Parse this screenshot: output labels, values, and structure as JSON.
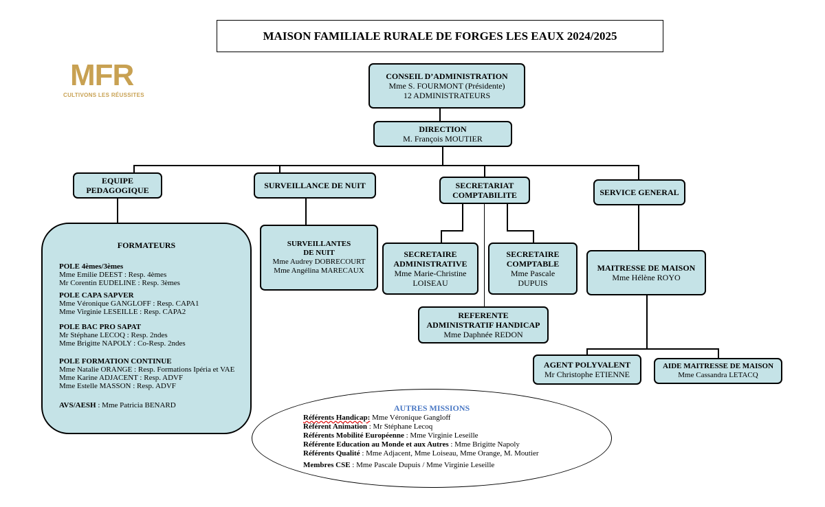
{
  "title": "MAISON FAMILIALE RURALE DE FORGES LES EAUX 2024/2025",
  "logo": {
    "mark": "MFR",
    "tagline": "CULTIVONS LES RÉUSSITES",
    "color": "#c8a152"
  },
  "colors": {
    "box_fill": "#c5e3e7",
    "border": "#000000",
    "missions_heading": "#4a78c4"
  },
  "conseil": {
    "title": "CONSEIL D’ADMINISTRATION",
    "line1": "Mme S. FOURMONT (Présidente)",
    "line2": "12 ADMINISTRATEURS"
  },
  "direction": {
    "title": "DIRECTION",
    "line1": "M. François MOUTIER"
  },
  "equipe": {
    "line1": "EQUIPE",
    "line2": "PEDAGOGIQUE"
  },
  "surveillance": {
    "title": "SURVEILLANCE DE NUIT"
  },
  "secretariat": {
    "line1": "SECRETARIAT",
    "line2": "COMPTABILITE"
  },
  "service": {
    "title": "SERVICE GENERAL"
  },
  "formateurs": {
    "heading": "FORMATEURS",
    "poles": [
      {
        "head": "POLE 4èmes/3èmes",
        "lines": [
          "Mme Emilie DEEST : Resp. 4èmes",
          "Mr Corentin EUDELINE : Resp. 3èmes"
        ]
      },
      {
        "head": "POLE CAPA SAPVER",
        "lines": [
          "Mme Véronique GANGLOFF : Resp. CAPA1",
          "Mme Virginie LESEILLE : Resp. CAPA2"
        ]
      },
      {
        "head": "POLE BAC PRO SAPAT",
        "lines": [
          "Mr Stéphane LECOQ : Resp. 2ndes",
          "Mme Brigitte NAPOLY : Co-Resp. 2ndes"
        ]
      },
      {
        "head": "POLE FORMATION CONTINUE",
        "lines": [
          "Mme Natalie ORANGE : Resp. Formations Ipéria et VAE",
          "Mme Karine ADJACENT : Resp. ADVF",
          "Mme Estelle MASSON : Resp. ADVF"
        ]
      }
    ],
    "avs_label": "AVS/AESH",
    "avs_value": " : Mme Patricia BENARD"
  },
  "surveillantes": {
    "line1": "SURVEILLANTES",
    "line2": "DE NUIT",
    "line3": "Mme Audrey DOBRECOURT",
    "line4": "Mme Angélina MARECAUX"
  },
  "secretaire_admin": {
    "line1": "SECRETAIRE",
    "line2": "ADMINISTRATIVE",
    "line3": "Mme Marie-Christine",
    "line4": "LOISEAU"
  },
  "secretaire_compta": {
    "line1": "SECRETAIRE",
    "line2": "COMPTABLE",
    "line3": "Mme Pascale",
    "line4": "DUPUIS"
  },
  "referente": {
    "line1": "REFERENTE",
    "line2": "ADMINISTRATIF HANDICAP",
    "line3": "Mme Daphnée REDON"
  },
  "maitresse": {
    "title": "MAITRESSE DE MAISON",
    "line1": "Mme Hélène ROYO"
  },
  "agent": {
    "title": "AGENT POLYVALENT",
    "line1": "Mr Christophe ETIENNE"
  },
  "aide": {
    "title": "AIDE MAITRESSE DE MAISON",
    "line1": "Mme Cassandra LETACQ"
  },
  "missions": {
    "heading": "AUTRES MISSIONS",
    "items": [
      {
        "label": "Référents Handicap:",
        "value": " Mme Véronique Gangloff"
      },
      {
        "label": "Référent Animation",
        "value": " : Mr Stéphane Lecoq"
      },
      {
        "label": "Référents Mobilité Européenne",
        "value": " : Mme Virginie Leseille"
      },
      {
        "label": "Référente Education au Monde et aux Autres",
        "value": " : Mme Brigitte Napoly"
      },
      {
        "label": "Référents Qualité",
        "value": " : Mme Adjacent, Mme Loiseau, Mme Orange, M. Moutier"
      },
      {
        "label": "Membres CSE",
        "value": " : Mme Pascale Dupuis / Mme Virginie Leseille"
      }
    ]
  }
}
